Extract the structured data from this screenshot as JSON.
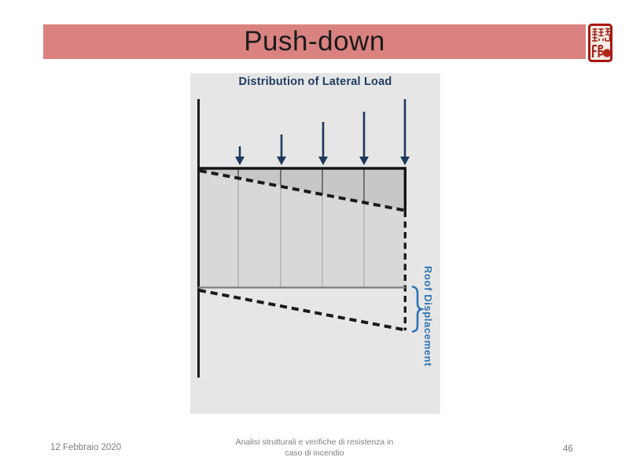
{
  "header": {
    "title": "Push-down"
  },
  "figure": {
    "title": "Distribution of Lateral Load",
    "side_label": "Roof Displacement",
    "arrow_count": 5,
    "arrow_direction": "down",
    "arrow_lengths_relative": [
      0.29,
      0.46,
      0.65,
      0.81,
      1.0
    ],
    "meaning": "Pushover-style diagram rotated for push-down: triangular distribution of lateral load on a frame, dashed deformed shape, brace marking roof displacement"
  },
  "footer": {
    "date": "12 Febbraio 2020",
    "caption_line1": "Analisi strutturali e verifiche di resistenza in",
    "caption_line2": "caso di incendio",
    "page_number": "46"
  },
  "colors": {
    "title_bar": "#d98280",
    "figure_panel_bg": "#e6e6e6",
    "building_fill": "#d8d8d8",
    "load_band_fill": "#c7c7c7",
    "diagram_navy": "#1c3a5c",
    "accent_blue": "#2e75b6",
    "seal_red": "#a8170e",
    "footer_text": "#7f7f7f"
  },
  "icons": {
    "seal": "seal-stamp-icon",
    "arrows": "load-arrow-down-icon"
  }
}
